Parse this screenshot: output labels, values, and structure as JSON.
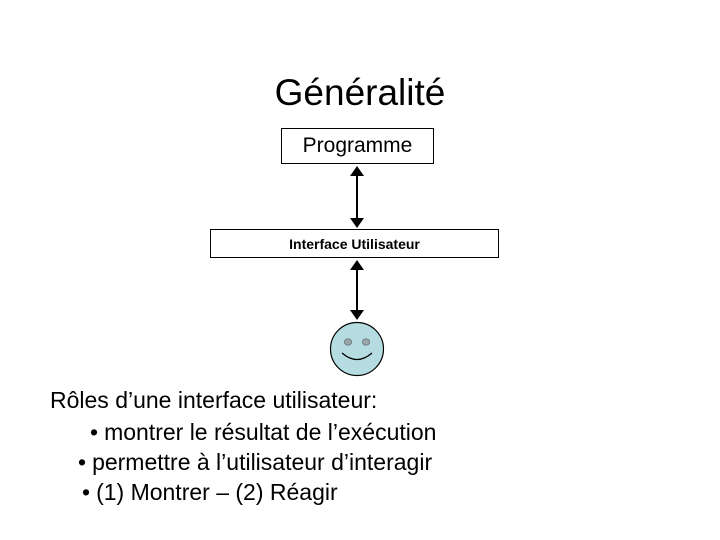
{
  "slide": {
    "title": "Généralité",
    "background_color": "#ffffff",
    "text_color": "#000000"
  },
  "diagram": {
    "boxes": [
      {
        "id": "programme",
        "label": "Programme"
      },
      {
        "id": "interface",
        "label": "Interface Utilisateur"
      }
    ],
    "arrows": [
      {
        "id": "programme-interface",
        "type": "double-headed-vertical"
      },
      {
        "id": "interface-user",
        "type": "double-headed-vertical"
      }
    ],
    "actor": {
      "name": "smiley-face",
      "fill_color": "#b5dce0",
      "outline_color": "#000000",
      "eye_color": "#9aa6aa"
    }
  },
  "body": {
    "heading": "Rôles d’une interface utilisateur:",
    "bullet_mark": "•",
    "bullets": [
      "montrer le résultat de l’exécution",
      "permettre à l’utilisateur d’interagir",
      "(1) Montrer – (2) Réagir"
    ]
  }
}
